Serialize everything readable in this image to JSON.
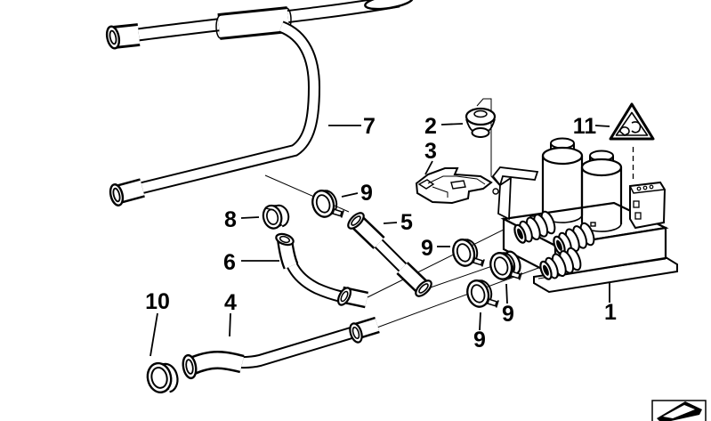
{
  "diagram": {
    "colors": {
      "background": "#ffffff",
      "line": "#000000",
      "label": "#000000"
    },
    "callouts": [
      {
        "text": "7"
      },
      {
        "text": "2"
      },
      {
        "text": "3"
      },
      {
        "text": "11"
      },
      {
        "text": "9"
      },
      {
        "text": "8"
      },
      {
        "text": "5"
      },
      {
        "text": "9"
      },
      {
        "text": "6"
      },
      {
        "text": "10"
      },
      {
        "text": "4"
      },
      {
        "text": "9"
      },
      {
        "text": "9"
      },
      {
        "text": "1"
      }
    ],
    "icons": {
      "warning_triangle": "pinch-hazard-triangle-icon",
      "watermark": "ribbon-logo-icon"
    }
  }
}
